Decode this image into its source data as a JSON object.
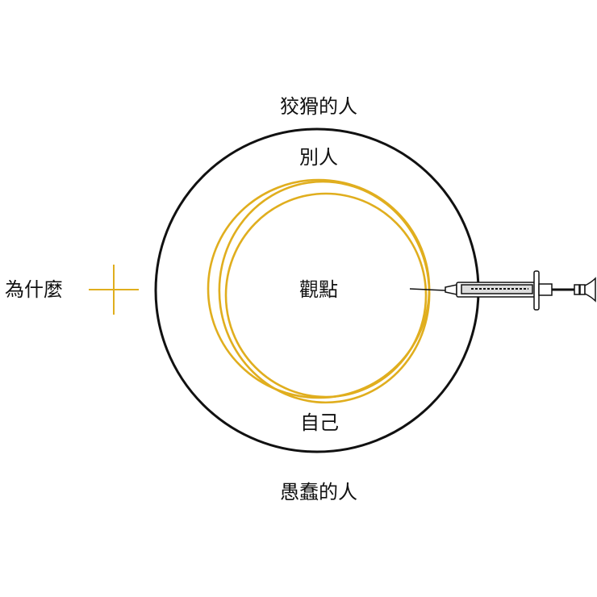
{
  "labels": {
    "top_outer": "狡猾的人",
    "top_inner": "別人",
    "center": "觀點",
    "bottom_inner": "自己",
    "bottom_outer": "愚蠢的人",
    "left": "為什麼"
  },
  "colors": {
    "outer_circle": "#111111",
    "inner_circles": "#E0AE1E",
    "cross": "#E0AE1E"
  },
  "icons": {
    "plus": "plus-icon",
    "syringe": "syringe-icon"
  }
}
